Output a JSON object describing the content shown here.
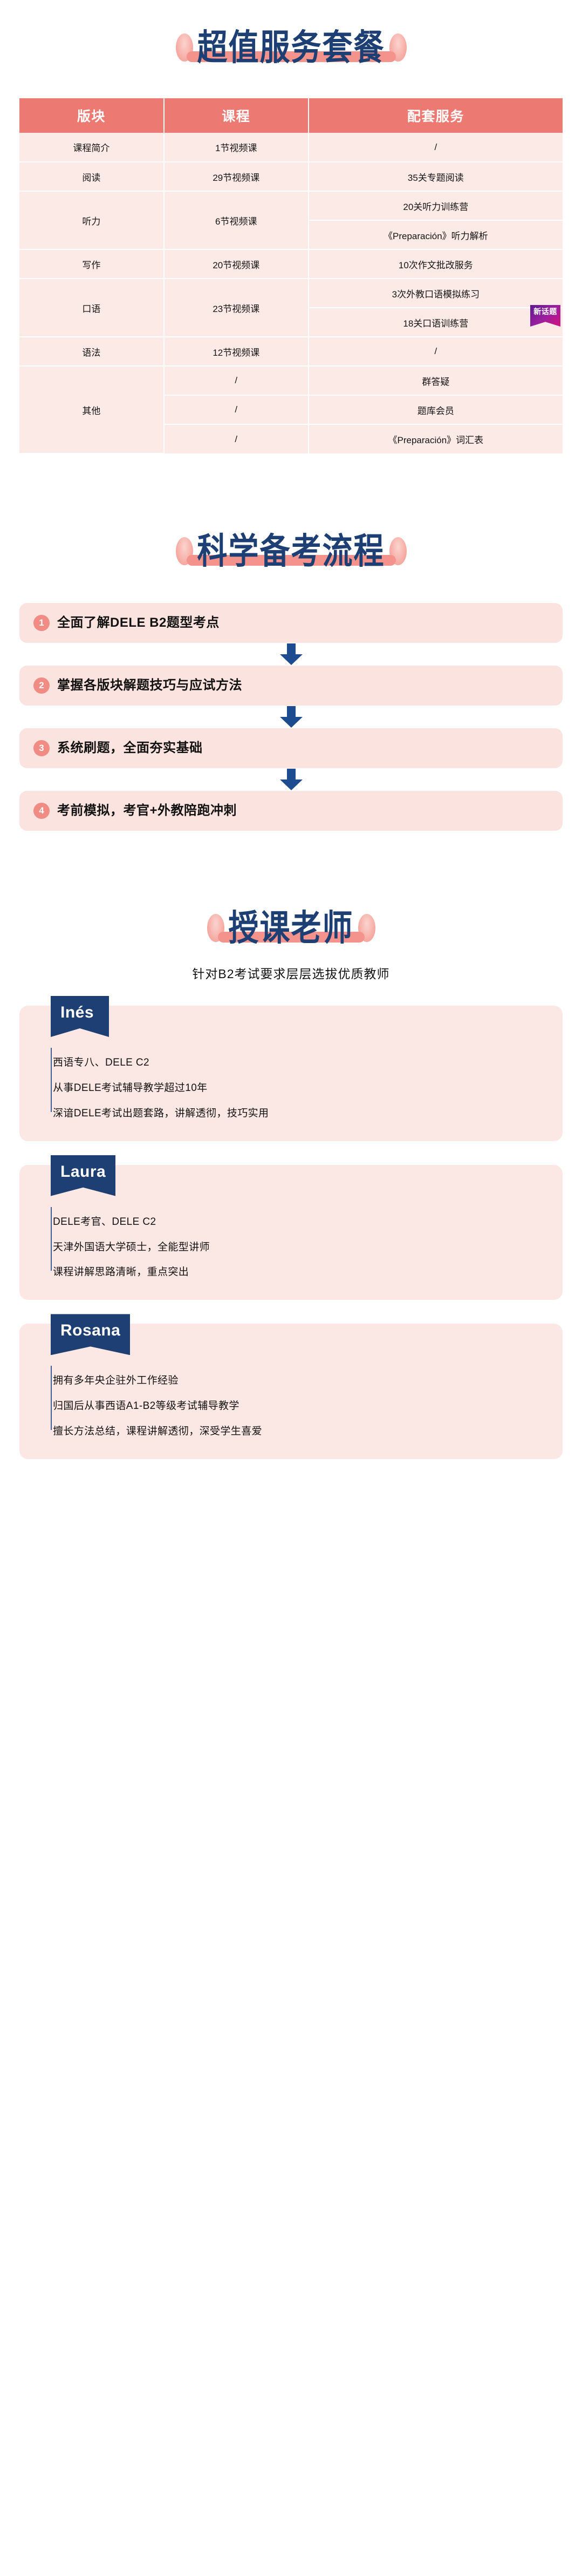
{
  "sections": {
    "package": {
      "title": "超值服务套餐",
      "table": {
        "headers": [
          "版块",
          "课程",
          "配套服务"
        ],
        "rows": [
          {
            "module": "课程简介",
            "module_rowspan": 1,
            "course": "1节视频课",
            "course_rowspan": 1,
            "services": [
              "/"
            ]
          },
          {
            "module": "阅读",
            "module_rowspan": 1,
            "course": "29节视频课",
            "course_rowspan": 1,
            "services": [
              "35关专题阅读"
            ]
          },
          {
            "module": "听力",
            "module_rowspan": 2,
            "course": "6节视频课",
            "course_rowspan": 2,
            "services": [
              "20关听力训练营",
              "《Preparación》听力解析"
            ]
          },
          {
            "module": "写作",
            "module_rowspan": 1,
            "course": "20节视频课",
            "course_rowspan": 1,
            "services": [
              "10次作文批改服务"
            ]
          },
          {
            "module": "口语",
            "module_rowspan": 2,
            "course": "23节视频课",
            "course_rowspan": 2,
            "services": [
              "3次外教口语模拟练习",
              "18关口语训练营"
            ],
            "badge_on_service_index": 1,
            "badge": "新话题"
          },
          {
            "module": "语法",
            "module_rowspan": 1,
            "course": "12节视频课",
            "course_rowspan": 1,
            "services": [
              "/"
            ]
          },
          {
            "module": "其他",
            "module_rowspan": 3,
            "course": "/",
            "course_rowspan": 1,
            "services": [
              "群答疑",
              "题库会员",
              "《Preparación》词汇表"
            ],
            "extra_courses": [
              "/",
              "/"
            ]
          }
        ]
      }
    },
    "flow": {
      "title": "科学备考流程",
      "steps": [
        {
          "num": "1",
          "text": "全面了解DELE B2题型考点"
        },
        {
          "num": "2",
          "text": "掌握各版块解题技巧与应试方法"
        },
        {
          "num": "3",
          "text": "系统刷题，全面夯实基础"
        },
        {
          "num": "4",
          "text": "考前模拟，考官+外教陪跑冲刺"
        }
      ]
    },
    "teachers": {
      "title": "授课老师",
      "subtitle": "针对B2考试要求层层选拔优质教师",
      "cards": [
        {
          "name": "Inés",
          "lines": [
            "西语专八、DELE C2",
            "从事DELE考试辅导教学超过10年",
            "深谙DELE考试出题套路，讲解透彻，技巧实用"
          ]
        },
        {
          "name": "Laura",
          "lines": [
            "DELE考官、DELE C2",
            "天津外国语大学硕士，全能型讲师",
            "课程讲解思路清晰，重点突出"
          ]
        },
        {
          "name": "Rosana",
          "lines": [
            "拥有多年央企驻外工作经验",
            "归国后从事西语A1-B2等级考试辅导教学",
            "擅长方法总结，课程讲解透彻，深受学生喜爱"
          ]
        }
      ]
    }
  },
  "colors": {
    "navy": "#1D3F73",
    "coral": "#ED7A72",
    "coral_light": "#F3938C",
    "pink_bg": "#FCEAE7",
    "pink_card": "#FBE7E3",
    "pink_step": "#FBE3DF",
    "badge_from": "#5E1B8C",
    "badge_to": "#D0147F",
    "white": "#FFFFFF"
  }
}
